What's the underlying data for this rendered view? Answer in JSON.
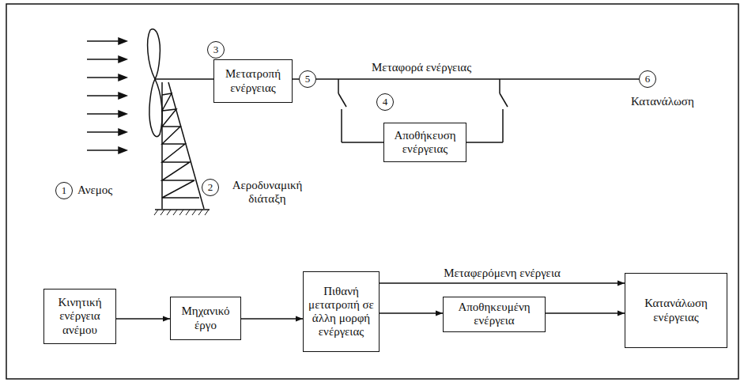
{
  "diagram": {
    "nodes": [
      {
        "text": [
          "Μετατροπή ενέργειας"
        ]
      },
      {
        "text": [
          "Αποθήκευση ενέργειας"
        ]
      },
      {
        "text": [
          "Κινητική ενέργεια ανέμου"
        ]
      },
      {
        "text": [
          "Μηχανικό έργο"
        ]
      },
      {
        "text": [
          "Πιθανή μετατροπή σε άλλη μορφή ενέργειας"
        ]
      },
      {
        "text": [
          "Αποθηκευμένη ενέργεια"
        ]
      },
      {
        "text": [
          "Κατανάλωση ενέργειας"
        ]
      }
    ],
    "edges": [
      {
        "from": 2,
        "to": 3,
        "arrow": "to"
      },
      {
        "from": 3,
        "to": 4,
        "arrow": "to"
      },
      {
        "from": 4,
        "to": 6,
        "label": "Μεταφερόμενη ενέργεια",
        "arrow": "to"
      },
      {
        "from": 4,
        "to": 5,
        "arrow": "to"
      },
      {
        "from": 5,
        "to": 6,
        "arrow": "to"
      }
    ],
    "labels": [
      "1",
      "Ανεμος",
      "2",
      "Αεροδυναμική διάταξη",
      "3",
      "5",
      "Μεταφορά ενέργειας",
      "4",
      "6",
      "Κατανάλωση"
    ]
  }
}
